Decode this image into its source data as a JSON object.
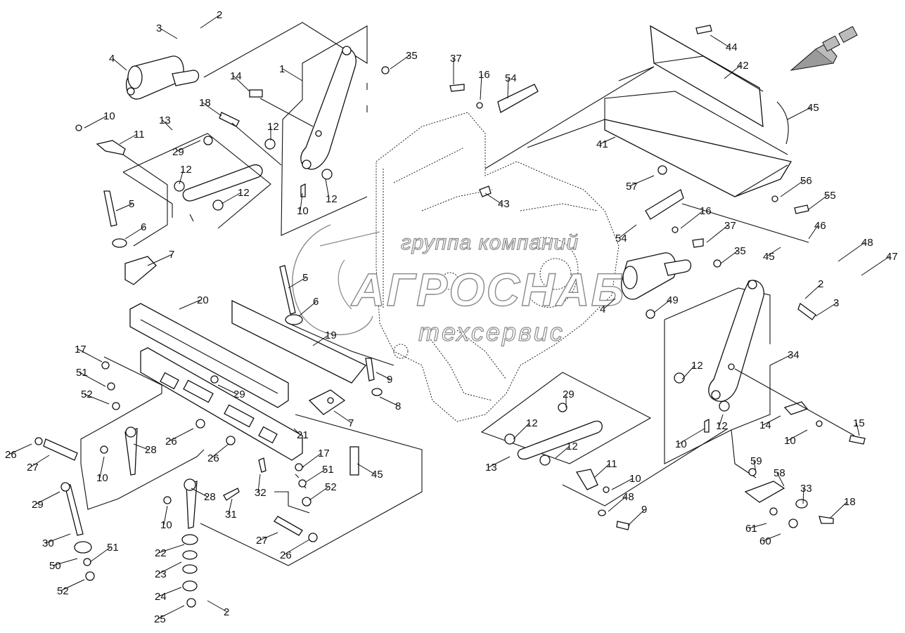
{
  "watermark": {
    "line1": "группа компаний",
    "line2": "АГРОСНАБ",
    "line3": "техсервис"
  },
  "labels": [
    {
      "t": "1"
    },
    {
      "t": "2"
    },
    {
      "t": "3"
    },
    {
      "t": "4"
    },
    {
      "t": "35"
    },
    {
      "t": "14"
    },
    {
      "t": "18"
    },
    {
      "t": "12"
    },
    {
      "t": "10"
    },
    {
      "t": "11"
    },
    {
      "t": "13"
    },
    {
      "t": "29"
    },
    {
      "t": "12"
    },
    {
      "t": "12"
    },
    {
      "t": "12"
    },
    {
      "t": "10"
    },
    {
      "t": "5"
    },
    {
      "t": "6"
    },
    {
      "t": "7"
    },
    {
      "t": "20"
    },
    {
      "t": "37"
    },
    {
      "t": "16"
    },
    {
      "t": "54"
    },
    {
      "t": "43"
    },
    {
      "t": "44"
    },
    {
      "t": "42"
    },
    {
      "t": "45"
    },
    {
      "t": "41"
    },
    {
      "t": "57"
    },
    {
      "t": "56"
    },
    {
      "t": "55"
    },
    {
      "t": "16"
    },
    {
      "t": "37"
    },
    {
      "t": "54"
    },
    {
      "t": "46"
    },
    {
      "t": "45"
    },
    {
      "t": "48"
    },
    {
      "t": "47"
    },
    {
      "t": "35"
    },
    {
      "t": "2"
    },
    {
      "t": "3"
    },
    {
      "t": "4"
    },
    {
      "t": "49"
    },
    {
      "t": "5"
    },
    {
      "t": "6"
    },
    {
      "t": "19"
    },
    {
      "t": "9"
    },
    {
      "t": "8"
    },
    {
      "t": "7"
    },
    {
      "t": "34"
    },
    {
      "t": "12"
    },
    {
      "t": "12"
    },
    {
      "t": "14"
    },
    {
      "t": "15"
    },
    {
      "t": "10"
    },
    {
      "t": "10"
    },
    {
      "t": "29"
    },
    {
      "t": "12"
    },
    {
      "t": "12"
    },
    {
      "t": "13"
    },
    {
      "t": "11"
    },
    {
      "t": "10"
    },
    {
      "t": "48"
    },
    {
      "t": "9"
    },
    {
      "t": "59"
    },
    {
      "t": "58"
    },
    {
      "t": "33"
    },
    {
      "t": "18"
    },
    {
      "t": "61"
    },
    {
      "t": "60"
    },
    {
      "t": "17"
    },
    {
      "t": "51"
    },
    {
      "t": "52"
    },
    {
      "t": "29"
    },
    {
      "t": "21"
    },
    {
      "t": "26"
    },
    {
      "t": "27"
    },
    {
      "t": "26"
    },
    {
      "t": "28"
    },
    {
      "t": "10"
    },
    {
      "t": "26"
    },
    {
      "t": "17"
    },
    {
      "t": "51"
    },
    {
      "t": "52"
    },
    {
      "t": "45"
    },
    {
      "t": "29"
    },
    {
      "t": "30"
    },
    {
      "t": "50"
    },
    {
      "t": "51"
    },
    {
      "t": "52"
    },
    {
      "t": "10"
    },
    {
      "t": "28"
    },
    {
      "t": "31"
    },
    {
      "t": "32"
    },
    {
      "t": "27"
    },
    {
      "t": "26"
    },
    {
      "t": "22"
    },
    {
      "t": "23"
    },
    {
      "t": "24"
    },
    {
      "t": "25"
    },
    {
      "t": "2"
    }
  ]
}
